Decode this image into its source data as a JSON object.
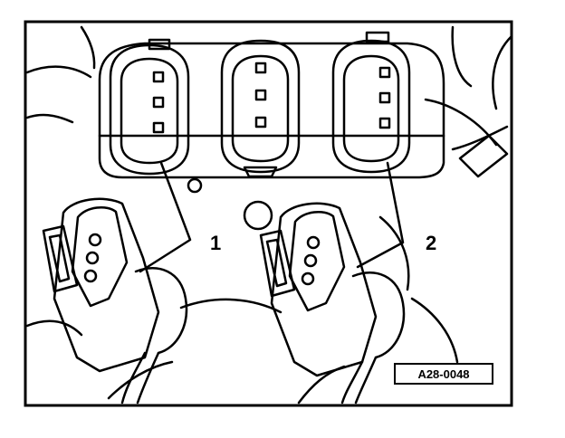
{
  "callouts": {
    "one": "1",
    "two": "2"
  },
  "figure_label": "A28-0048"
}
